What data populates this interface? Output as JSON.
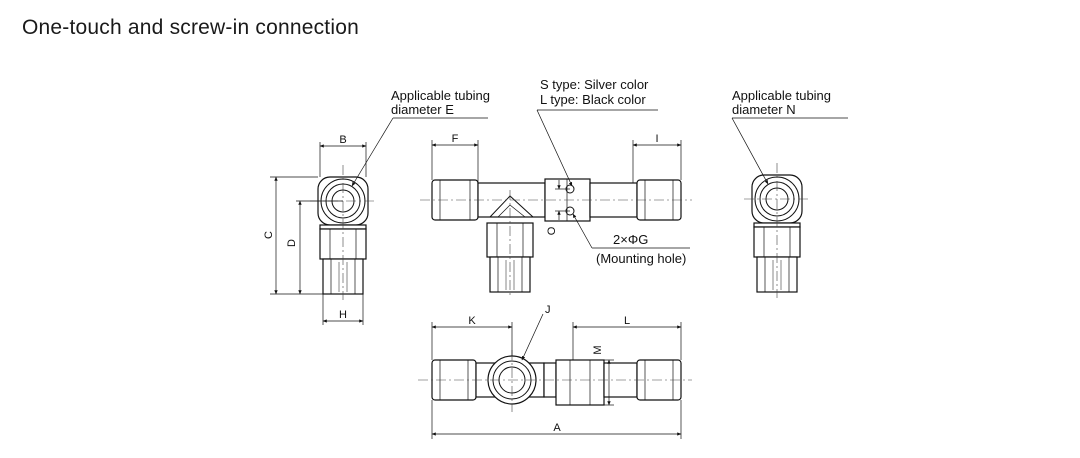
{
  "title": "One-touch and screw-in connection",
  "labels": {
    "tubing_e_line1": "Applicable tubing",
    "tubing_e_line2": "diameter  E",
    "tubing_n_line1": "Applicable tubing",
    "tubing_n_line2": "diameter  N",
    "s_type": "S type: Silver color",
    "l_type": "L type: Black color",
    "mounting_line1": "2×ΦG",
    "mounting_line2": "(Mounting hole)"
  },
  "dimensions": {
    "A": "A",
    "B": "B",
    "C": "C",
    "D": "D",
    "F": "F",
    "H": "H",
    "I": "I",
    "J": "J",
    "K": "K",
    "L": "L",
    "M": "M",
    "O": "O"
  }
}
